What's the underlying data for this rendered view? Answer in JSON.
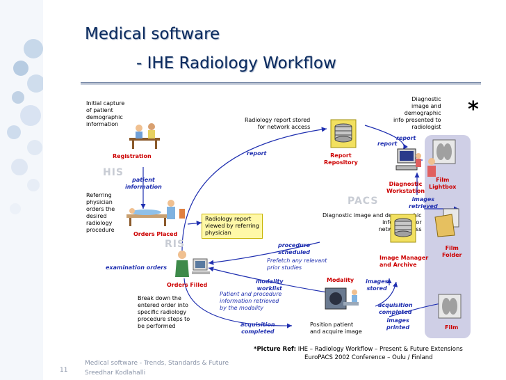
{
  "slide": {
    "title_line1": "Medical software",
    "title_line2": "- IHE Radiology Workflow",
    "asterisk": "*",
    "page_number": "11",
    "footer_line1": "Medical software - Trends, Standards & Future",
    "footer_line2": "Sreedhar Kodlahalli"
  },
  "reference": {
    "label": "*Picture Ref:",
    "line1": "IHE – Radiology Workflow – Present & Future Extensions",
    "line2": "EuroPACS 2002 Conference – Oulu / Finland"
  },
  "regions": {
    "his": "HIS",
    "ris": "RIS",
    "pacs": "PACS"
  },
  "nodes": {
    "registration": "Registration",
    "orders_placed": "Orders Placed",
    "orders_filled": "Orders Filled",
    "report_repository": [
      "Report",
      "Repository"
    ],
    "diagnostic_workstation": [
      "Diagnostic",
      "Workstation"
    ],
    "image_manager": [
      "Image Manager",
      "and Archive"
    ],
    "modality": "Modality",
    "film_lightbox": [
      "Film",
      "Lightbox"
    ],
    "film_folder": [
      "Film",
      "Folder"
    ],
    "film": "Film"
  },
  "descriptions": {
    "initial_capture": [
      "Initial capture",
      "of patient",
      "demographic",
      "information"
    ],
    "referring_physician": [
      "Referring",
      "physician",
      "orders the",
      "desired",
      "radiology",
      "procedure"
    ],
    "break_down": [
      "Break down the",
      "entered order into",
      "specific radiology",
      "procedure steps to",
      "be performed"
    ],
    "report_stored": [
      "Radiology report stored",
      "for network access"
    ],
    "diagnostic_image_info": [
      "Diagnostic",
      "image and",
      "demographic",
      "info presented to",
      "radiologist"
    ],
    "report_viewed": [
      "Radiology report",
      "viewed by  referring",
      "physician"
    ],
    "image_info_stored": [
      "Diagnostic image and demographic",
      "info stored for",
      "network access"
    ],
    "position_patient": [
      "Position patient",
      "and acquire image"
    ]
  },
  "flows": {
    "report_1": "report",
    "report_2": "report",
    "patient_information": [
      "patient",
      "information"
    ],
    "examination_orders": "examination orders",
    "procedure_scheduled": [
      "procedure",
      "scheduled"
    ],
    "prefetch": [
      "Prefetch any relevant",
      "prior studies"
    ],
    "modality_worklist": [
      "modality",
      "worklist"
    ],
    "patient_procedure_info": [
      "Patient and procedure",
      "information retrieved",
      "by the modality"
    ],
    "acquisition_completed_1": [
      "acquisition",
      "completed"
    ],
    "images_retrieved": [
      "images",
      "retrieved"
    ],
    "images_stored": [
      "images",
      "stored"
    ],
    "acquisition_completed_2": [
      "acquisition",
      "completed"
    ],
    "images_printed": [
      "images",
      "printed"
    ]
  },
  "colors": {
    "title": "#0a2a5e",
    "node_label": "#cc0000",
    "flow_label": "#1f2fb0",
    "note_fill": "#fff8a8",
    "film_panel": "#cfcfe6"
  }
}
